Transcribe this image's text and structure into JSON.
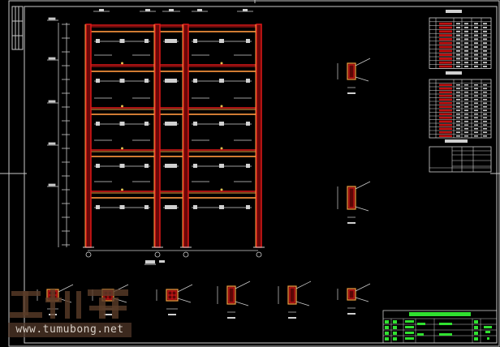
{
  "drawing": {
    "type": "CAD frame reinforcement drawing",
    "background": "#000000",
    "colors": {
      "border": "#c8c8c8",
      "column_red": "#e01818",
      "beam_orange": "#f0a040",
      "annotation": "#d0d0d0",
      "title_block": "#30e030"
    },
    "frame": {
      "columns": 4,
      "stories": 5
    },
    "tables": {
      "count": 3
    }
  },
  "watermark": {
    "logo_text": "土木帮",
    "url": "www.tumubong.net"
  }
}
